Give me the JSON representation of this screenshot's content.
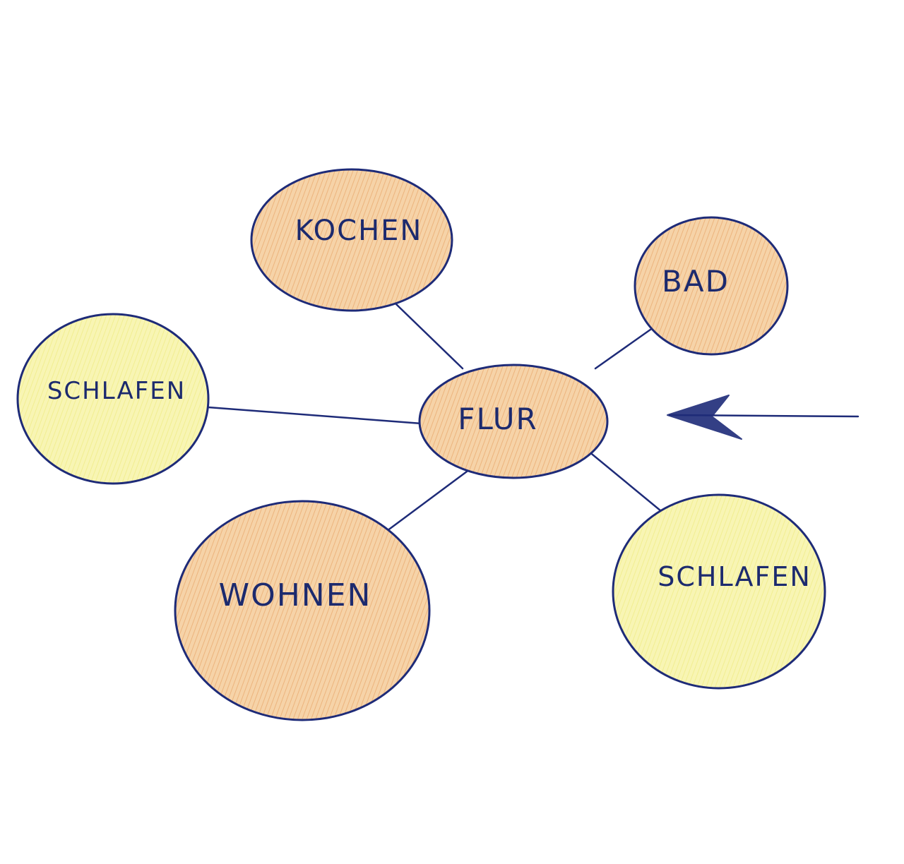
{
  "colors": {
    "orange": "#f2c08a",
    "yellow": "#f6f3a0",
    "ink": "#1e2b78"
  },
  "nodes": {
    "kochen": {
      "label": "KOCHEN",
      "fill": "orange"
    },
    "bad": {
      "label": "BAD",
      "fill": "orange"
    },
    "schlafen_left": {
      "label": "SCHLAFEN",
      "fill": "yellow"
    },
    "flur": {
      "label": "FLUR",
      "fill": "orange"
    },
    "wohnen": {
      "label": "WOHNEN",
      "fill": "orange"
    },
    "schlafen_right": {
      "label": "SCHLAFEN",
      "fill": "yellow"
    }
  },
  "edges": [
    [
      "flur",
      "kochen"
    ],
    [
      "flur",
      "bad"
    ],
    [
      "flur",
      "schlafen_left"
    ],
    [
      "flur",
      "wohnen"
    ],
    [
      "flur",
      "schlafen_right"
    ]
  ],
  "entrance_arrow": {
    "points_to": "flur",
    "icon": "arrow-left-icon"
  }
}
